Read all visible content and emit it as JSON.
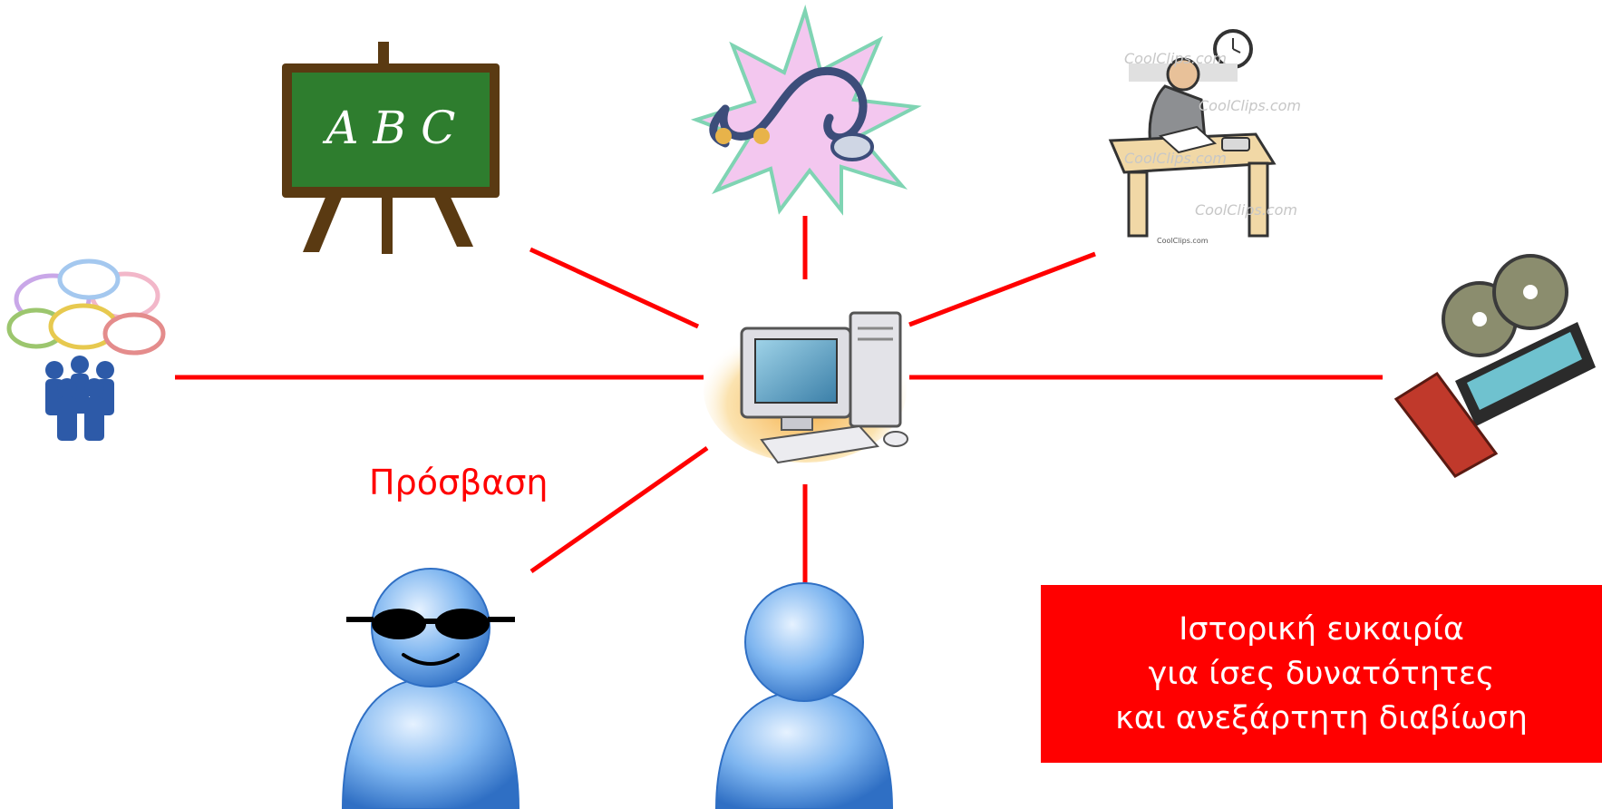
{
  "diagram": {
    "center": {
      "icon": "computer-icon"
    },
    "nodes": [
      {
        "id": "education",
        "icon": "chalkboard-icon",
        "board_text": "A B C"
      },
      {
        "id": "health",
        "icon": "stethoscope-icon"
      },
      {
        "id": "work",
        "icon": "office-worker-icon",
        "watermark": "CoolClips.com",
        "caption": "CoolClips.com"
      },
      {
        "id": "communication",
        "icon": "people-speech-bubbles-icon"
      },
      {
        "id": "entertainment",
        "icon": "film-reel-icon"
      },
      {
        "id": "blind-user",
        "icon": "user-with-sunglasses-icon"
      },
      {
        "id": "user",
        "icon": "user-icon"
      }
    ],
    "access_label": "Πρόσβαση",
    "callout": {
      "lines": [
        "Ιστορική ευκαιρία",
        "για ίσες δυνατότητες",
        "και ανεξάρτητη διαβίωση"
      ]
    },
    "colors": {
      "connector": "#ff0000",
      "callout_bg": "#ff0000",
      "callout_text": "#ffffff",
      "chalkboard": "#2e7d2e",
      "user_blue": "#4a90e2"
    }
  }
}
